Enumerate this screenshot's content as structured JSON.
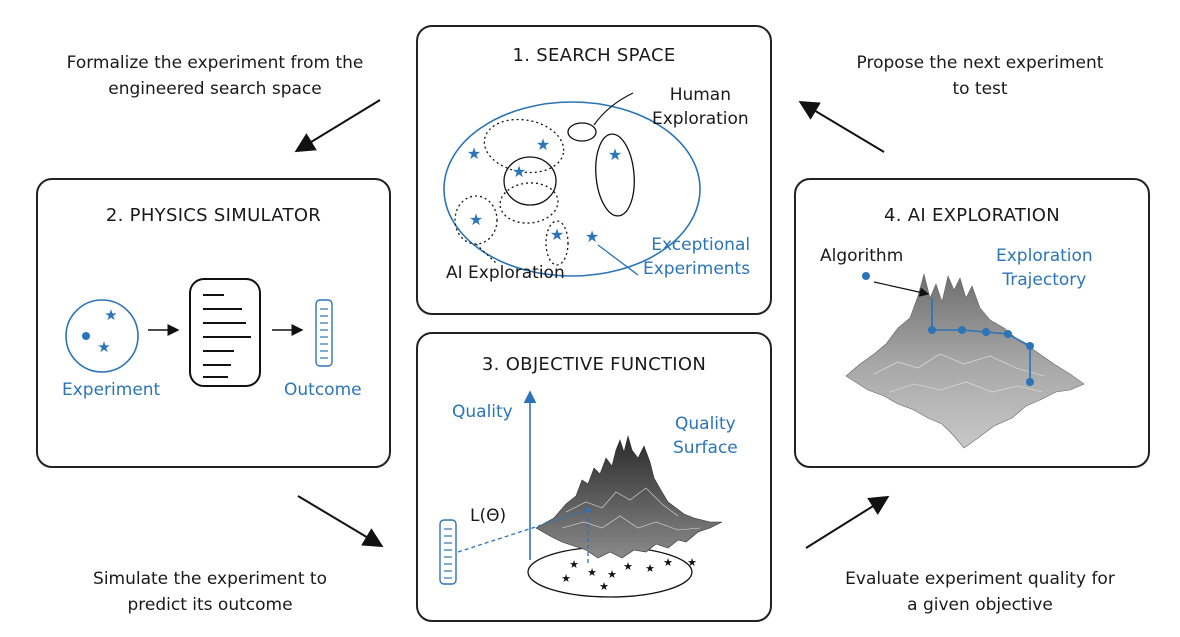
{
  "captions": {
    "top_left": [
      "Formalize the experiment from the",
      "engineered search space"
    ],
    "top_right": [
      "Propose the next experiment",
      "to test"
    ],
    "bottom_left": [
      "Simulate the experiment to",
      "predict its outcome"
    ],
    "bottom_right": [
      "Evaluate experiment quality for",
      "a given objective"
    ]
  },
  "panels": {
    "search_space": {
      "title": "1. SEARCH SPACE",
      "human_label": [
        "Human",
        "Exploration"
      ],
      "ai_label": "AI Exploration",
      "exceptional_label": [
        "Exceptional",
        "Experiments"
      ]
    },
    "physics_simulator": {
      "title": "2. PHYSICS SIMULATOR",
      "experiment_label": "Experiment",
      "outcome_label": "Outcome"
    },
    "objective_function": {
      "title": "3. OBJECTIVE FUNCTION",
      "quality_label": "Quality",
      "surface_label": [
        "Quality",
        "Surface"
      ],
      "loss_label": "L(Θ)"
    },
    "ai_exploration": {
      "title": "4. AI EXPLORATION",
      "algorithm_label": "Algorithm",
      "trajectory_label": [
        "Exploration",
        "Trajectory"
      ]
    }
  },
  "colors": {
    "accent": "#2b74b8",
    "border": "#222222"
  }
}
